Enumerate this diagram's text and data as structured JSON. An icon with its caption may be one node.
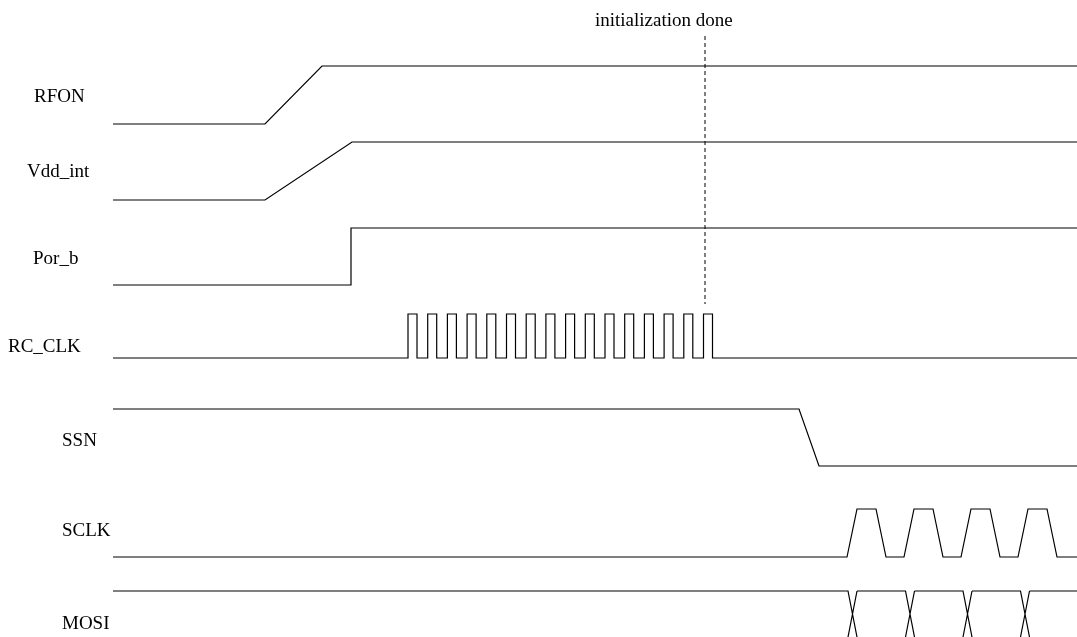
{
  "diagram": {
    "labels": [
      "initialization done",
      "RFON",
      "Vdd_int",
      "Por_b",
      "RC_CLK",
      "SSN",
      "SCLK",
      "MOSI"
    ]
  }
}
